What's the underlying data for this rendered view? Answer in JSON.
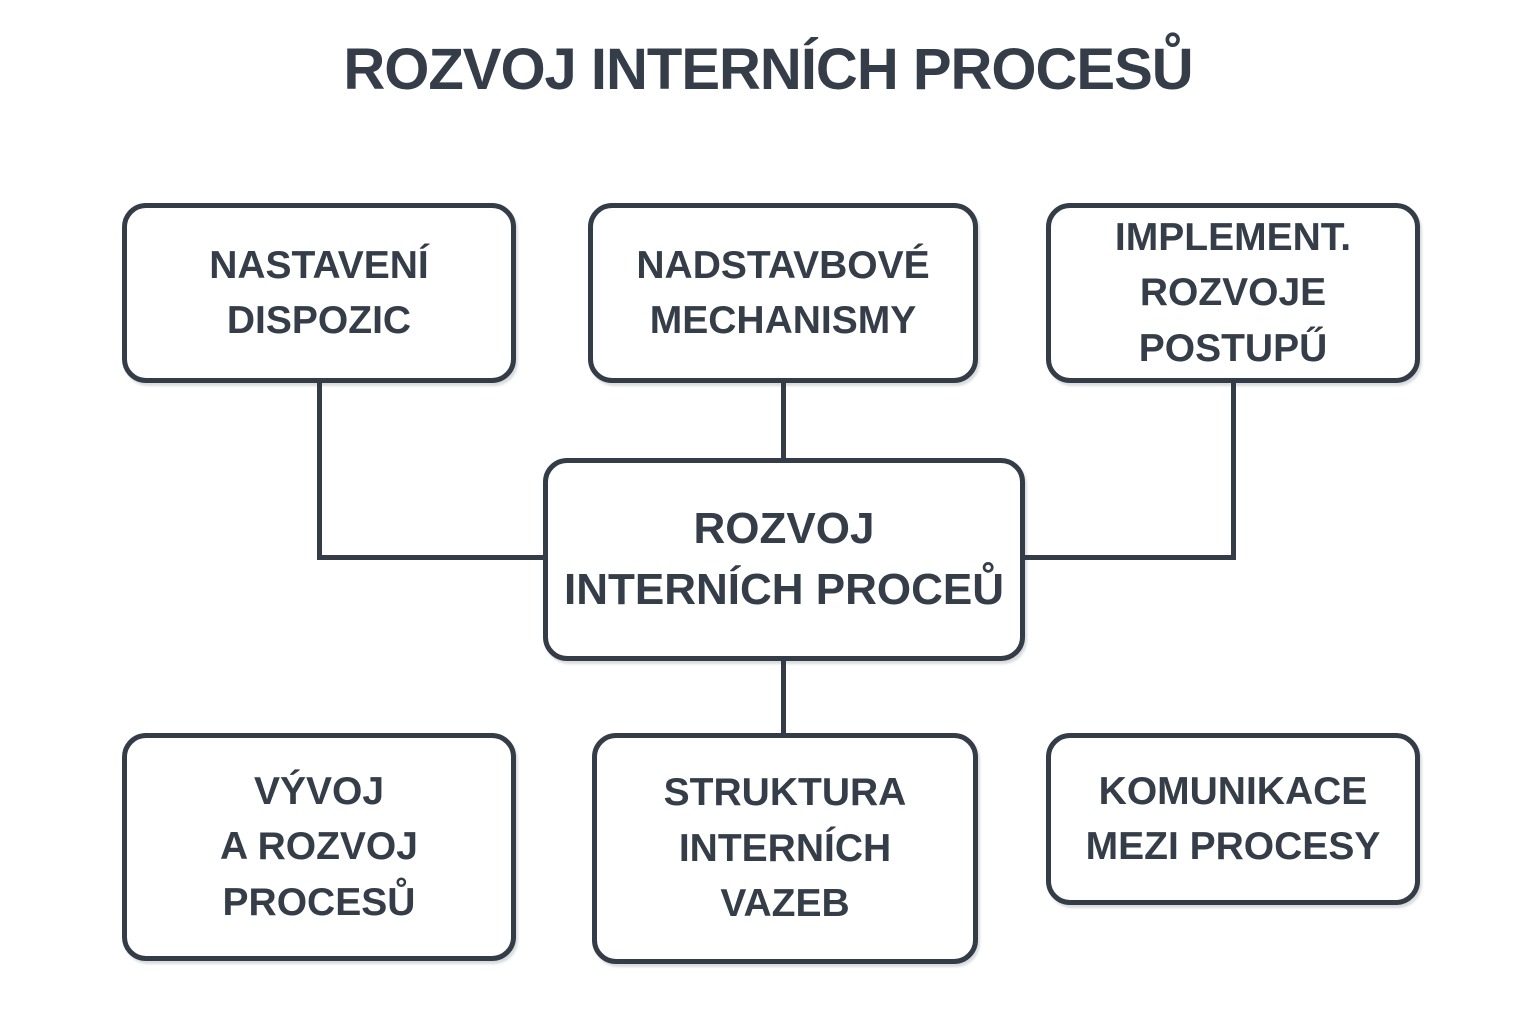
{
  "title": "ROZVOJ INTERNÍCH PROCESŮ",
  "colors": {
    "ink": "#333C47",
    "background": "#FFFFFF"
  },
  "diagram": {
    "nodes": {
      "top_left": {
        "lines": [
          "NASTAVENÍ",
          "DISPOZIC"
        ]
      },
      "top_center": {
        "lines": [
          "NADSTAVBOVÉ",
          "MECHANISMY"
        ]
      },
      "top_right": {
        "lines": [
          "IMPLEMENT.",
          "ROZVOJE POSTUPŰ"
        ]
      },
      "center": {
        "lines": [
          "ROZVOJ",
          "INTERNÍCH PROCEŮ"
        ]
      },
      "bottom_left": {
        "lines": [
          "VÝVOJ",
          "A ROZVOJ",
          "PROCESŮ"
        ]
      },
      "bottom_center": {
        "lines": [
          "STRUKTURA",
          "INTERNÍCH",
          "VAZEB"
        ]
      },
      "bottom_right": {
        "lines": [
          "KOMUNIKACE",
          "MEZI PROCESY"
        ]
      }
    },
    "edges": [
      {
        "from": "top_left",
        "to": "center",
        "shape": "elbow-down-right"
      },
      {
        "from": "top_center",
        "to": "center",
        "shape": "straight-down"
      },
      {
        "from": "top_right",
        "to": "center",
        "shape": "elbow-down-left"
      },
      {
        "from": "center",
        "to": "bottom_center",
        "shape": "straight-down"
      }
    ]
  }
}
